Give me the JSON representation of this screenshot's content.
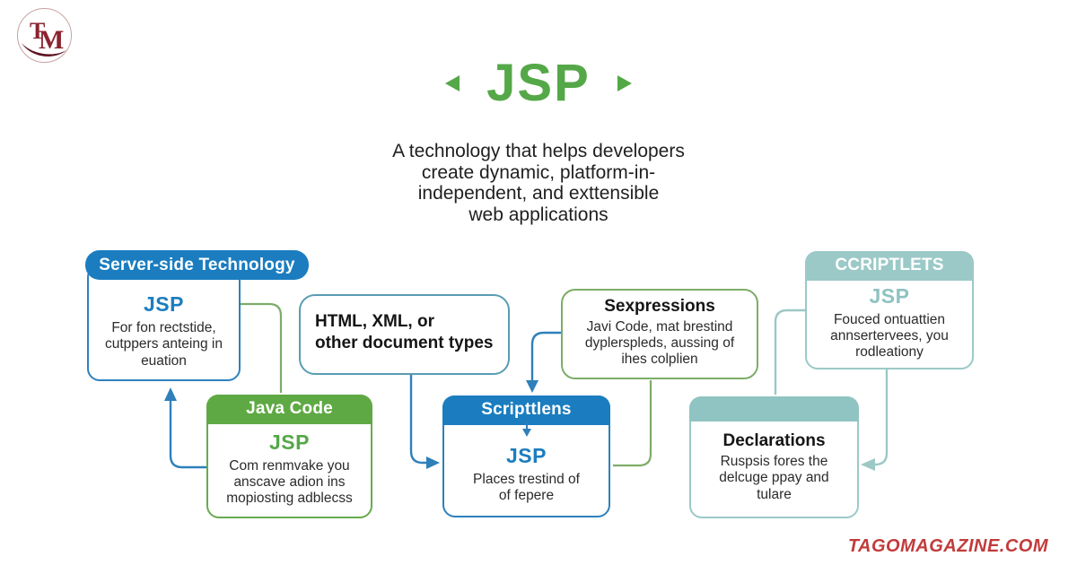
{
  "page": {
    "title": "JSP",
    "subtitle_lines": [
      "A technology that helps developers",
      "create dynamic, platform-in-",
      "independent, and exttensible",
      "web applications"
    ]
  },
  "logo": {
    "initial_t": "T",
    "initial_m": "M"
  },
  "boxes": {
    "server_side": {
      "header": "Server-side Technology",
      "jsp": "JSP",
      "lines": [
        "For fon rectstide,",
        "cutppers anteing in",
        "euation"
      ]
    },
    "java_code": {
      "header": "Java Code",
      "jsp": "JSP",
      "lines": [
        "Com renmvake you",
        "anscave adion ins",
        "mopiosting adblecss"
      ]
    },
    "document_types": {
      "lines": [
        "HTML, XML, or",
        "other document types"
      ]
    },
    "scriptlets_blue": {
      "header": "Scripttlens",
      "jsp": "JSP",
      "lines": [
        "Places trestind of",
        "of fepere"
      ]
    },
    "expressions": {
      "title": "Sexpressions",
      "lines": [
        "Javi Code, mat brestind",
        "dyplerspleds, aussing of",
        "ihes colplien"
      ]
    },
    "scriptlets_teal": {
      "header": "CCRIPTLETS",
      "jsp": "JSP",
      "lines": [
        "Fouced ontuattien",
        "annsertervees, you",
        "rodleationy"
      ]
    },
    "declarations": {
      "title": "Declarations",
      "lines": [
        "Ruspsis fores the",
        "delcuge ppay and",
        "tulare"
      ]
    }
  },
  "watermark": "TAGOMAGAZINE.COM",
  "colors": {
    "title_green": "#55a848",
    "blue_header": "#1b7dbf",
    "green_header": "#5fa944",
    "teal_header": "#9bc9c7",
    "teal_jsp_text": "#8fc2c1",
    "expressions_border": "#7cad68",
    "document_box_border": "#5a9cb3",
    "arrow_blue": "#2d80ba",
    "arrow_green": "#7cad68",
    "arrow_teal": "#9cc8c6",
    "watermark_red": "#c23b3b",
    "logo_red": "#8a2430",
    "body_text": "#2b2b2b"
  }
}
